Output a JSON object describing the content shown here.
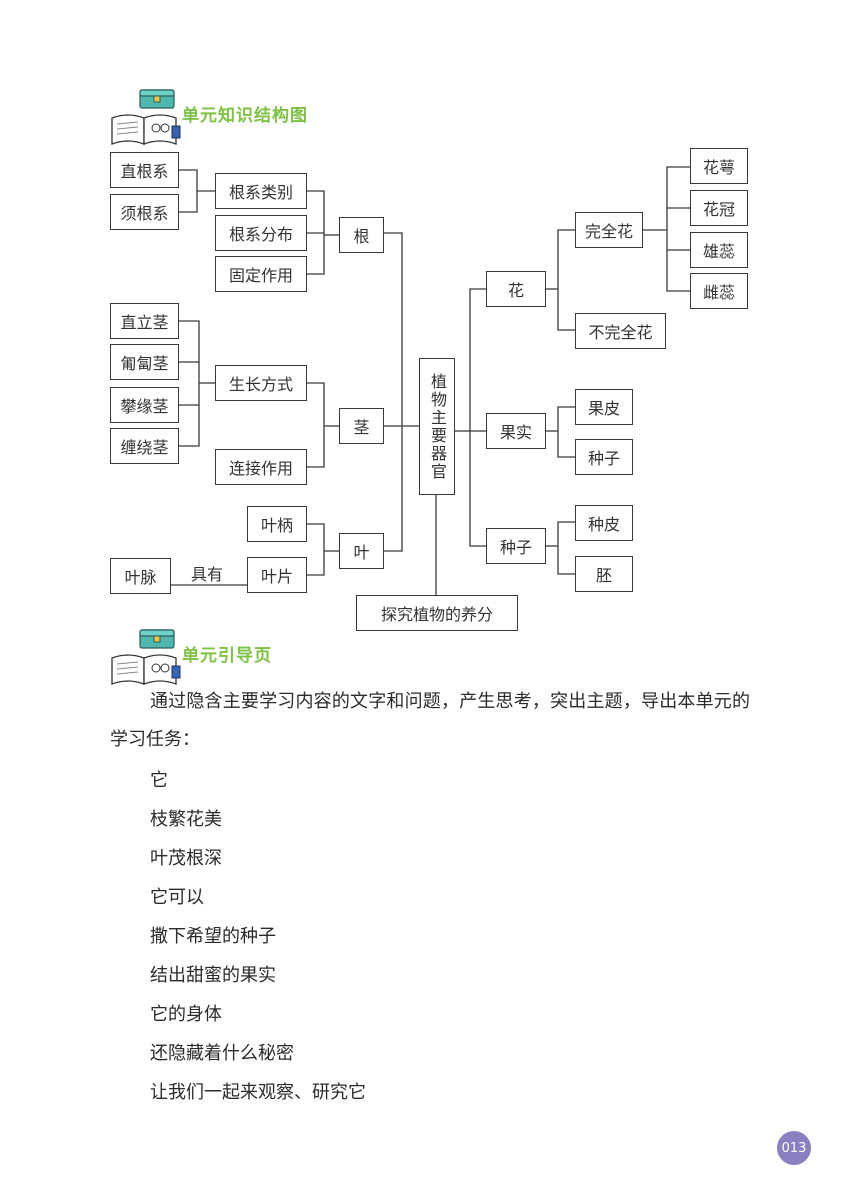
{
  "section1": {
    "title": "单元知识结构图"
  },
  "section2": {
    "title": "单元引导页"
  },
  "diagram": {
    "center": "植物主要器官",
    "bottom": "探究植物的养分",
    "root": {
      "label": "根",
      "categories": "根系类别",
      "distribution": "根系分布",
      "function": "固定作用",
      "types": [
        "直根系",
        "须根系"
      ]
    },
    "stem": {
      "label": "茎",
      "growth": "生长方式",
      "connect": "连接作用",
      "types": [
        "直立茎",
        "匍匐茎",
        "攀缘茎",
        "缠绕茎"
      ]
    },
    "leaf": {
      "label": "叶",
      "petiole": "叶柄",
      "blade": "叶片",
      "vein": "叶脉",
      "has": "具有"
    },
    "flower": {
      "label": "花",
      "complete": "完全花",
      "incomplete": "不完全花",
      "parts": [
        "花萼",
        "花冠",
        "雄蕊",
        "雌蕊"
      ]
    },
    "fruit": {
      "label": "果实",
      "peel": "果皮",
      "seed": "种子"
    },
    "seed": {
      "label": "种子",
      "coat": "种皮",
      "embryo": "胚"
    }
  },
  "intro": {
    "paragraph": "通过隐含主要学习内容的文字和问题，产生思考，突出主题，导出本单元的学习任务：",
    "lines": [
      "它",
      "枝繁花美",
      "叶茂根深",
      "它可以",
      "撒下希望的种子",
      "结出甜蜜的果实",
      "它的身体",
      "还隐藏着什么秘密",
      "让我们一起来观察、研究它"
    ]
  },
  "page_number": "013",
  "colors": {
    "heading": "#7dc242",
    "page_badge": "#8a7fc0",
    "lines": "#3a3a3a"
  },
  "icons": [
    "open-book-icon",
    "treasure-box-icon"
  ]
}
